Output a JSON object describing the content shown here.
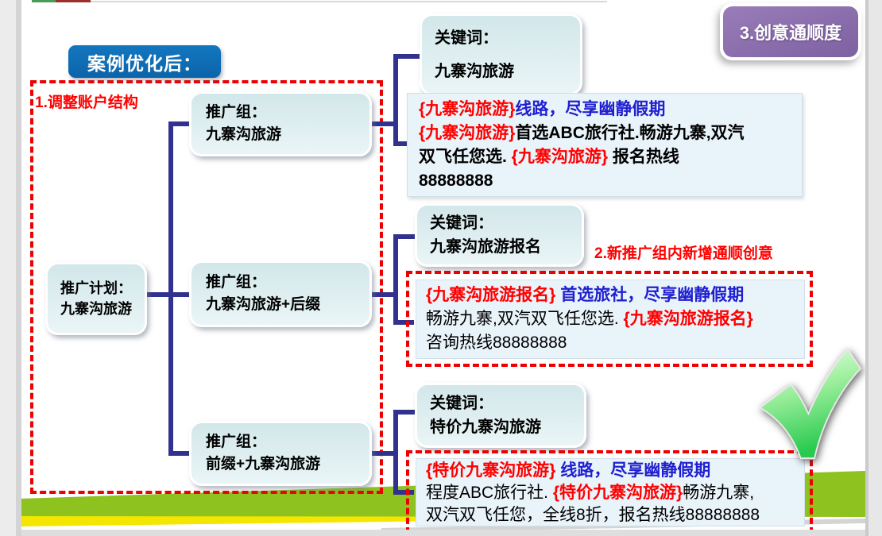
{
  "badges": {
    "case_after": "案例优化后：",
    "fluency": "3.创意通顺度"
  },
  "annotations": {
    "step1": "1.调整账户结构",
    "step2": "2.新推广组内新增通顺创意"
  },
  "plan_node": {
    "line1": "推广计划：",
    "line2": "九寨沟旅游"
  },
  "group_nodes": [
    {
      "line1": "推广组：",
      "line2": "九寨沟旅游"
    },
    {
      "line1": "推广组：",
      "line2": "九寨沟旅游+后缀"
    },
    {
      "line1": "推广组：",
      "line2": "前缀+九寨沟旅游"
    }
  ],
  "keyword_nodes": [
    {
      "label": "关键词：",
      "value": "九寨沟旅游"
    },
    {
      "label": "关键词：",
      "value": "九寨沟旅游报名"
    },
    {
      "label": "关键词：",
      "value": "特价九寨沟旅游"
    }
  ],
  "creatives": [
    {
      "lines": [
        [
          {
            "t": "{九寨沟旅游}",
            "c": "red",
            "b": true
          },
          {
            "t": "线路，尽享幽静假期",
            "c": "blue",
            "b": true
          }
        ],
        [
          {
            "t": "{九寨沟旅游}",
            "c": "red",
            "b": true
          },
          {
            "t": "首选ABC旅行社.畅游九寨,双汽",
            "c": "black",
            "b": true
          }
        ],
        [
          {
            "t": "双飞任您选. ",
            "c": "black",
            "b": true
          },
          {
            "t": "{九寨沟旅游}",
            "c": "red",
            "b": true
          },
          {
            "t": " 报名热线",
            "c": "black",
            "b": true
          }
        ],
        [
          {
            "t": "88888888",
            "c": "black",
            "b": true
          }
        ]
      ]
    },
    {
      "lines": [
        [
          {
            "t": "{九寨沟旅游报名}",
            "c": "red",
            "b": true
          },
          {
            "t": " 首选旅社，尽享幽静假期",
            "c": "blue",
            "b": true
          }
        ],
        [
          {
            "t": "畅游九寨,双汽双飞任您选. ",
            "c": "black",
            "b": false
          },
          {
            "t": "{九寨沟旅游报名}",
            "c": "red",
            "b": true
          }
        ],
        [
          {
            "t": "咨询热线88888888",
            "c": "black",
            "b": false
          }
        ]
      ]
    },
    {
      "lines": [
        [
          {
            "t": "{特价九寨沟旅游}",
            "c": "red",
            "b": true
          },
          {
            "t": " 线路，尽享幽静假期",
            "c": "blue",
            "b": true
          }
        ],
        [
          {
            "t": "程度ABC旅行社. ",
            "c": "black",
            "b": false
          },
          {
            "t": "{特价九寨沟旅游}",
            "c": "red",
            "b": true
          },
          {
            "t": "畅游九寨,",
            "c": "black",
            "b": false
          }
        ],
        [
          {
            "t": "双汽双飞任您，全线8折，报名热线88888888",
            "c": "black",
            "b": false
          }
        ]
      ]
    }
  ],
  "icons": {
    "checkmark": "green-check"
  },
  "colors": {
    "connector": "#31318f",
    "dashed_red": "#ee0000",
    "badge_blue": "#0e6db6",
    "badge_purple": "#8a6bab",
    "text_blue": "#1f1fd0",
    "text_red": "#ff0000",
    "node_fill": "#d9ebee",
    "creative_fill": "#e9f3fa",
    "stripe_yellow": "#f4e600",
    "stripe_green": "#8dc21f"
  }
}
